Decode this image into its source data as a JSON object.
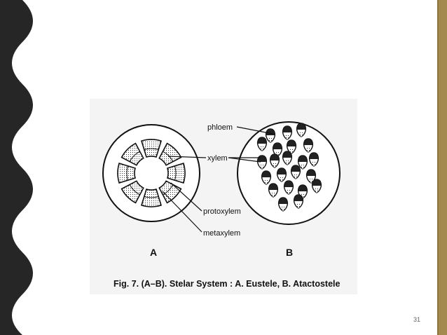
{
  "slide": {
    "page_number": "31",
    "colors": {
      "left_border": "#262626",
      "right_stripe": "#a48a4e",
      "background": "#ffffff"
    }
  },
  "figure": {
    "label_a": "A",
    "label_b": "B",
    "phloem_label": "phloem",
    "xylem_label": "xylem",
    "protoxylem_label": "protoxylem",
    "metaxylem_label": "metaxylem",
    "caption": "Fig. 7. (A–B). Stelar System : A. Eustele, B. Atactostele"
  }
}
